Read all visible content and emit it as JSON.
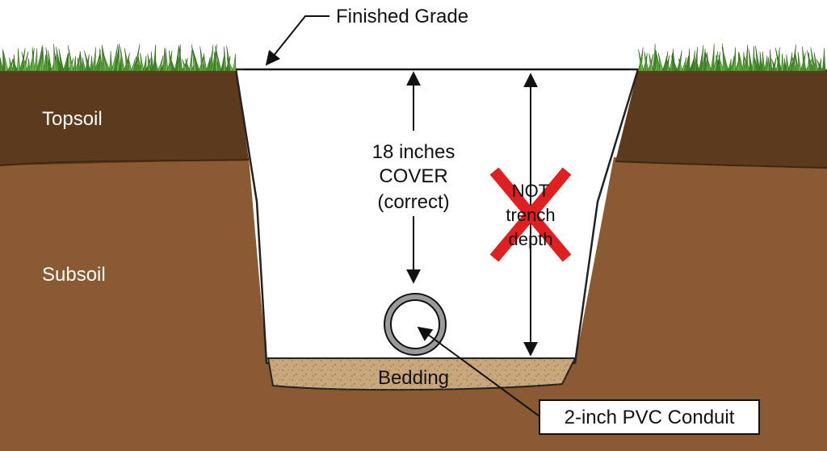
{
  "labels": {
    "finished_grade": "Finished Grade",
    "topsoil": "Topsoil",
    "subsoil": "Subsoil",
    "cover_line1": "18 inches",
    "cover_line2": "COVER",
    "cover_line3": "(correct)",
    "not_line1": "NOT",
    "not_line2": "trench",
    "not_line3": "depth",
    "bedding": "Bedding",
    "conduit": "2-inch PVC Conduit"
  },
  "colors": {
    "topsoil": "#5c3a1e",
    "subsoil": "#8a5a32",
    "bedding": "#c8a77c",
    "grass": "#5aa83a",
    "cross": "#e02020",
    "conduit": "#9a9a9a",
    "line": "#111111"
  }
}
